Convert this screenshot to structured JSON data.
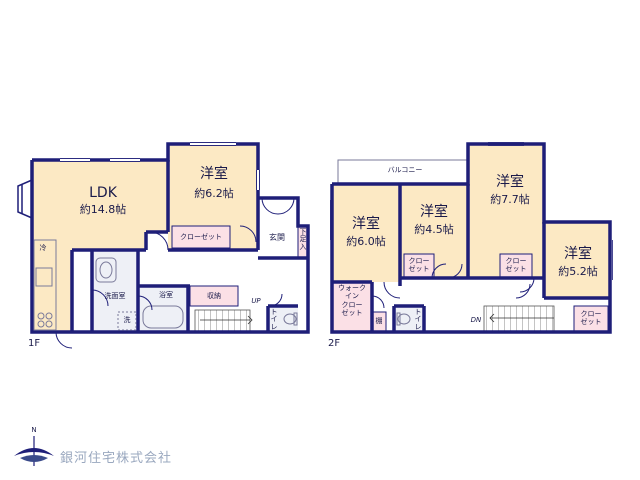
{
  "floors": {
    "first": {
      "floor_label": "1F",
      "rooms": {
        "ldk": {
          "name": "LDK",
          "size": "約14.8帖"
        },
        "western": {
          "name": "洋室",
          "size": "約6.2帖",
          "closet": "クローゼット"
        },
        "entrance": "玄関",
        "shoe_storage": "下足入",
        "washroom": "洗面室",
        "wash_mark": "洗",
        "bath": "浴室",
        "storage": "収納",
        "toilet": "トイレ",
        "fridge": "冷",
        "stairs_up": "UP"
      }
    },
    "second": {
      "floor_label": "2F",
      "balcony": "バルコニー",
      "rooms": {
        "r60": {
          "name": "洋室",
          "size": "約6.0帖"
        },
        "r45": {
          "name": "洋室",
          "size": "約4.5帖",
          "closet": "クロー\nゼット"
        },
        "r77": {
          "name": "洋室",
          "size": "約7.7帖",
          "closet": "クロー\nゼット"
        },
        "r52": {
          "name": "洋室",
          "size": "約5.2帖",
          "closet": "クロー\nゼット"
        },
        "walkin": "ウォーク\nイン\nクロー\nゼット",
        "shelf": "棚",
        "toilet": "トイレ",
        "stairs_down": "DN"
      }
    }
  },
  "compass": {
    "north": "N"
  },
  "company": "銀河住宅株式会社",
  "colors": {
    "wall": "#1e1e78",
    "room_fill": "#fce9c4",
    "closet_fill": "#fbe0e6",
    "wet_fill": "#eef0f6",
    "outline": "#7a7a9a",
    "watermark": "#9aa8bf"
  }
}
